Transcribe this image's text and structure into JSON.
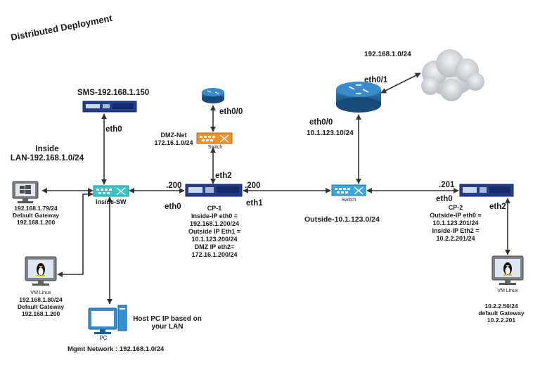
{
  "diagram": {
    "title": "Distributed Deployment",
    "sms": {
      "label": "SMS-192.168.1.150",
      "port": "eth0"
    },
    "inside_lan": {
      "line1": "Inside",
      "line2": "LAN-192.168.1.0/24"
    },
    "inside_pc": {
      "line1": "192.168.1.79/24",
      "line2": "Default Gateway",
      "line3": "192.168.1.200"
    },
    "vm_linux_left": {
      "caption": "VM Linux",
      "line1": "192.168.1.80/24",
      "line2": "Default Gateway",
      "line3": "192.168.1.200"
    },
    "inside_sw": {
      "label": "Inside-SW"
    },
    "mgmt_pc": {
      "caption": "PC",
      "note_line1": "Host PC IP based on",
      "note_line2": "your LAN",
      "network": "Mgmt Network : 192.168.1.0/24"
    },
    "dmz_router": {
      "port": "eth0/0"
    },
    "dmz_switch": {
      "net_line1": "DMZ-Net",
      "net_line2": "172.16.1.0/24",
      "caption": "Switch"
    },
    "cp1": {
      "eth2": "eth2",
      "left_ip": ".200",
      "left_port": "eth0",
      "right_ip": ".200",
      "right_port": "eth1",
      "line1": "CP-1",
      "line2": "Inside-IP eth0 =",
      "line3": "192.168.1.200/24",
      "line4": "Outside IP Eth1 =",
      "line5": "10.1.123.200/24",
      "line6": "DMZ IP eth2=",
      "line7": "172.16.1.200/24"
    },
    "outside_switch": {
      "caption": "Switch",
      "net": "Outside-10.1.123.0/24"
    },
    "router": {
      "top_net": "192.168.1.0/24",
      "port_up": "eth0/1",
      "port_down": "eth0/0",
      "ip": "10.1.123.10/24"
    },
    "cp2": {
      "ip": ".201",
      "left_port": "eth0",
      "right_port": "eth2",
      "line1": "CP-2",
      "line2": "Outside-IP eth0 =",
      "line3": "10.1.123.201/24",
      "line4": "Inside-IP Eth2 =",
      "line5": "10.2.2.201/24"
    },
    "vm_linux_right": {
      "caption": "VM Linux",
      "line1": "10.2.2.50/24",
      "line2": "default Gateway",
      "line3": "10.2.2.201"
    }
  },
  "colors": {
    "switch_teal": "#39c3c9",
    "switch_orange": "#f0922a",
    "router_blue": "#1e5f96",
    "appliance_navy": "#1f3a8a",
    "cloud": "#cfd3d8"
  }
}
